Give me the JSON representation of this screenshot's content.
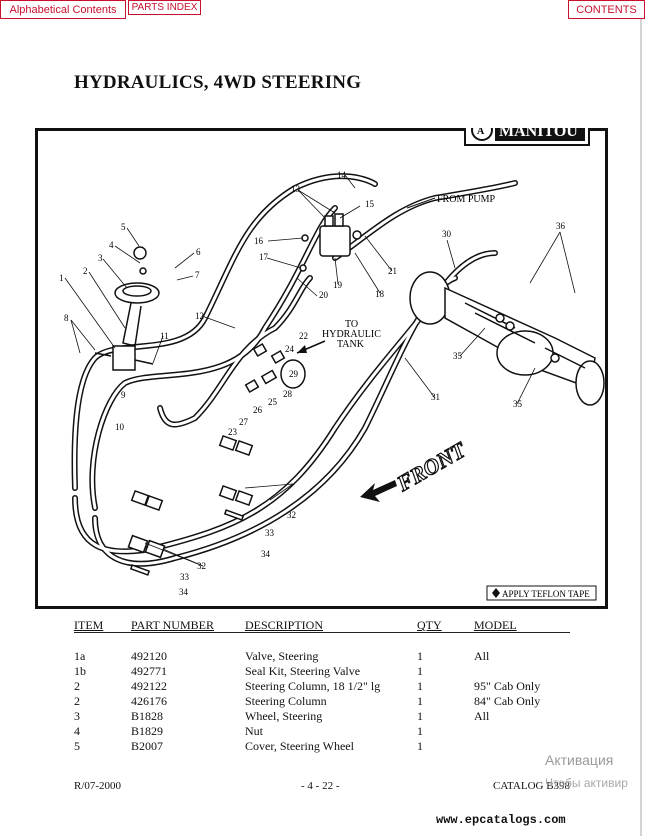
{
  "nav": {
    "alphabetical": "Alphabetical Contents",
    "parts_index": "PARTS INDEX",
    "contents": "CONTENTS"
  },
  "title": "HYDRAULICS, 4WD STEERING",
  "diagram": {
    "brand": "MANITOU",
    "from_pump": "FROM PUMP",
    "to_tank_1": "TO",
    "to_tank_2": "HYDRAULIC",
    "to_tank_3": "TANK",
    "front": "FRONT",
    "teflon": "APPLY TEFLON TAPE",
    "callouts": [
      "1",
      "2",
      "3",
      "4",
      "5",
      "6",
      "7",
      "8",
      "9",
      "10",
      "11",
      "12",
      "13",
      "14",
      "15",
      "16",
      "17",
      "18",
      "19",
      "20",
      "21",
      "22",
      "23",
      "24",
      "25",
      "26",
      "27",
      "28",
      "29",
      "30",
      "31",
      "32",
      "32",
      "32",
      "33",
      "33",
      "34",
      "34",
      "35",
      "35",
      "36"
    ]
  },
  "table": {
    "headers": [
      "ITEM",
      "PART NUMBER",
      "DESCRIPTION",
      "QTY",
      "MODEL"
    ],
    "rows": [
      [
        "1a",
        "492120",
        "Valve, Steering",
        "1",
        "All"
      ],
      [
        "1b",
        "492771",
        "Seal Kit, Steering Valve",
        "1",
        ""
      ],
      [
        "2",
        "492122",
        "Steering Column, 18 1/2\" lg",
        "1",
        "95\" Cab Only"
      ],
      [
        "2",
        "426176",
        "Steering Column",
        "1",
        "84\" Cab Only"
      ],
      [
        "3",
        "B1828",
        "Wheel, Steering",
        "1",
        "All"
      ],
      [
        "4",
        "B1829",
        "Nut",
        "1",
        ""
      ],
      [
        "5",
        "B2007",
        "Cover, Steering Wheel",
        "1",
        ""
      ]
    ]
  },
  "footer": {
    "date": "R/07-2000",
    "page": "- 4 - 22 -",
    "catalog": "CATALOG B398"
  },
  "watermark": {
    "line1": "Активация",
    "line2": "Чтобы активир"
  },
  "site": "www.epcatalogs.com"
}
